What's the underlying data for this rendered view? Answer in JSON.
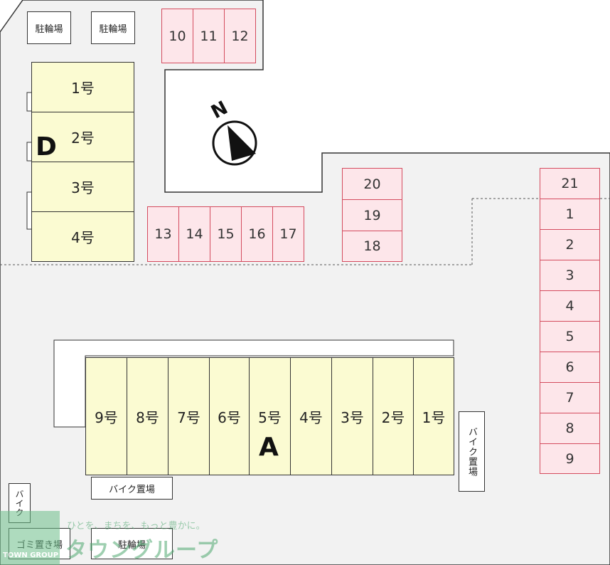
{
  "colors": {
    "slot_fill": "#fde6ea",
    "slot_border": "#d44b5e",
    "unit_fill": "#fbfbd2",
    "ground": "#f2f2f2",
    "logo_green": "#6cbf8a"
  },
  "parking_slots": {
    "top_row": [
      "10",
      "11",
      "12"
    ],
    "middle_row": [
      "13",
      "14",
      "15",
      "16",
      "17"
    ],
    "center_column": [
      "20",
      "19",
      "18"
    ],
    "right_column": [
      "21",
      "1",
      "2",
      "3",
      "4",
      "5",
      "6",
      "7",
      "8",
      "9"
    ]
  },
  "building_d": {
    "label": "D",
    "units": [
      "1号",
      "2号",
      "3号",
      "4号"
    ]
  },
  "building_a": {
    "label": "A",
    "units": [
      "9号",
      "8号",
      "7号",
      "6号",
      "5号",
      "4号",
      "3号",
      "2号",
      "1号"
    ]
  },
  "facilities": {
    "bicycle_parking_1": "駐輪場",
    "bicycle_parking_2": "駐輪場",
    "bicycle_parking_3": "駐輪場",
    "bike_parking_vertical": "バイク置場",
    "bike_parking_horizontal": "バイク置場",
    "bike_parking_small": "バイク",
    "garbage": "ゴミ置き場"
  },
  "compass": {
    "label": "N",
    "icon": "north-arrow-icon"
  },
  "logo": {
    "tagline": "ひとを、まちを、もっと豊かに。",
    "name": "タウングループ",
    "english": "TOWN GROUP"
  }
}
